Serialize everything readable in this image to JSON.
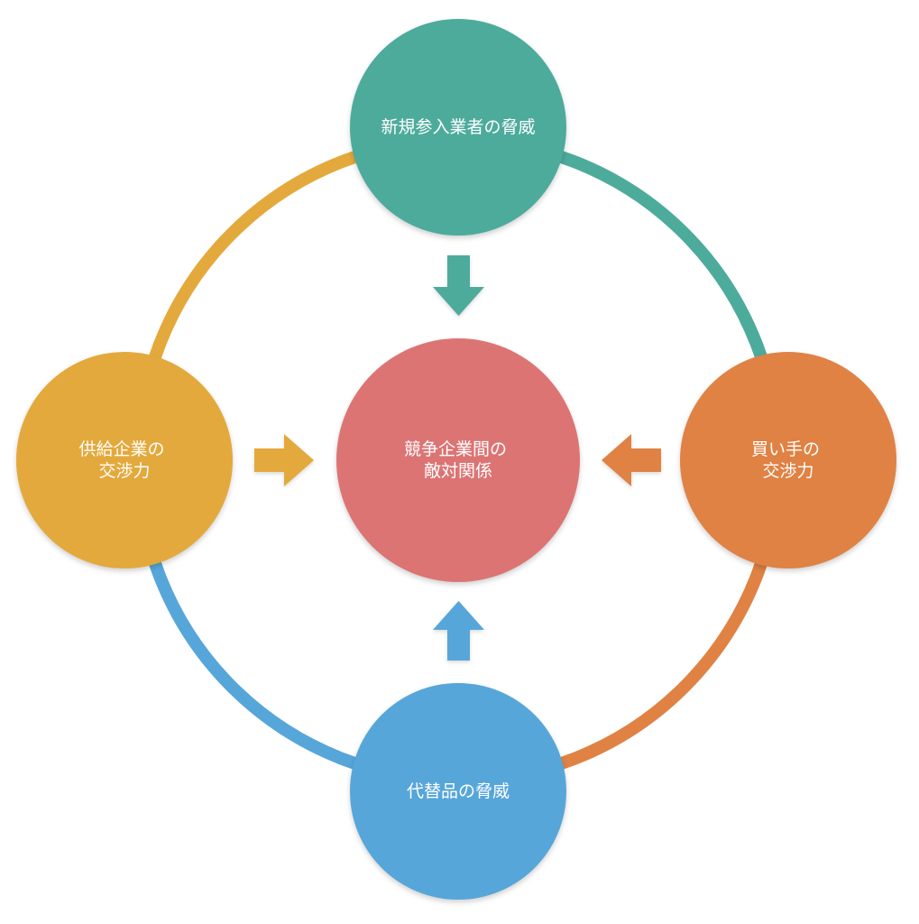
{
  "colors": {
    "teal": "#4dab9c",
    "orange": "#df8244",
    "yellow": "#e4a93c",
    "blue": "#57a6d9",
    "red": "#dc7474",
    "text": "#ffffff"
  },
  "nodes": {
    "top": {
      "lines": [
        "新規参入業者の脅威"
      ],
      "color": "teal"
    },
    "right": {
      "lines": [
        "買い手の",
        "交渉力"
      ],
      "color": "orange"
    },
    "bottom": {
      "lines": [
        "代替品の脅威"
      ],
      "color": "blue"
    },
    "left": {
      "lines": [
        "供給企業の",
        "交渉力"
      ],
      "color": "yellow"
    },
    "center": {
      "lines": [
        "競争企業間の",
        "敵対関係"
      ],
      "color": "red"
    }
  }
}
